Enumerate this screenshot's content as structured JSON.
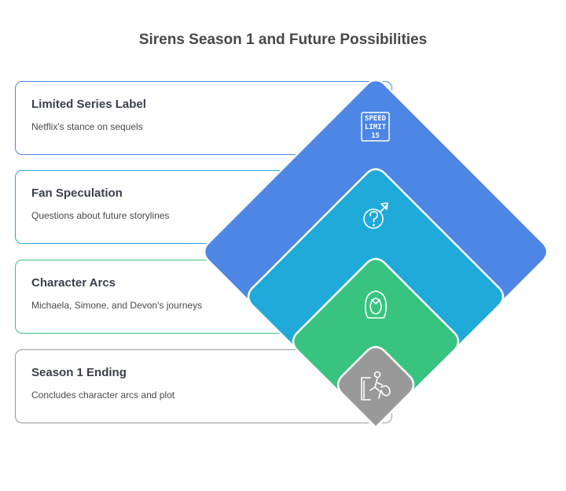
{
  "title": "Sirens Season 1 and Future Possibilities",
  "layers": [
    {
      "label": "Limited Series Label",
      "description": "Netflix's stance on sequels",
      "color": "#4d86e5",
      "icon": "speed-limit-sign-icon",
      "icon_text": [
        "SPEED",
        "LIMIT",
        "15"
      ]
    },
    {
      "label": "Fan Speculation",
      "description": "Questions about future storylines",
      "color": "#1faad9",
      "icon": "question-mark-arrow-icon"
    },
    {
      "label": "Character Arcs",
      "description": "Michaela, Simone, and Devon's journeys",
      "color": "#38c47f",
      "icon": "hooded-figure-icon"
    },
    {
      "label": "Season 1 Ending",
      "description": "Concludes character arcs and plot",
      "color": "#999999",
      "icon": "exit-door-runner-icon"
    }
  ]
}
